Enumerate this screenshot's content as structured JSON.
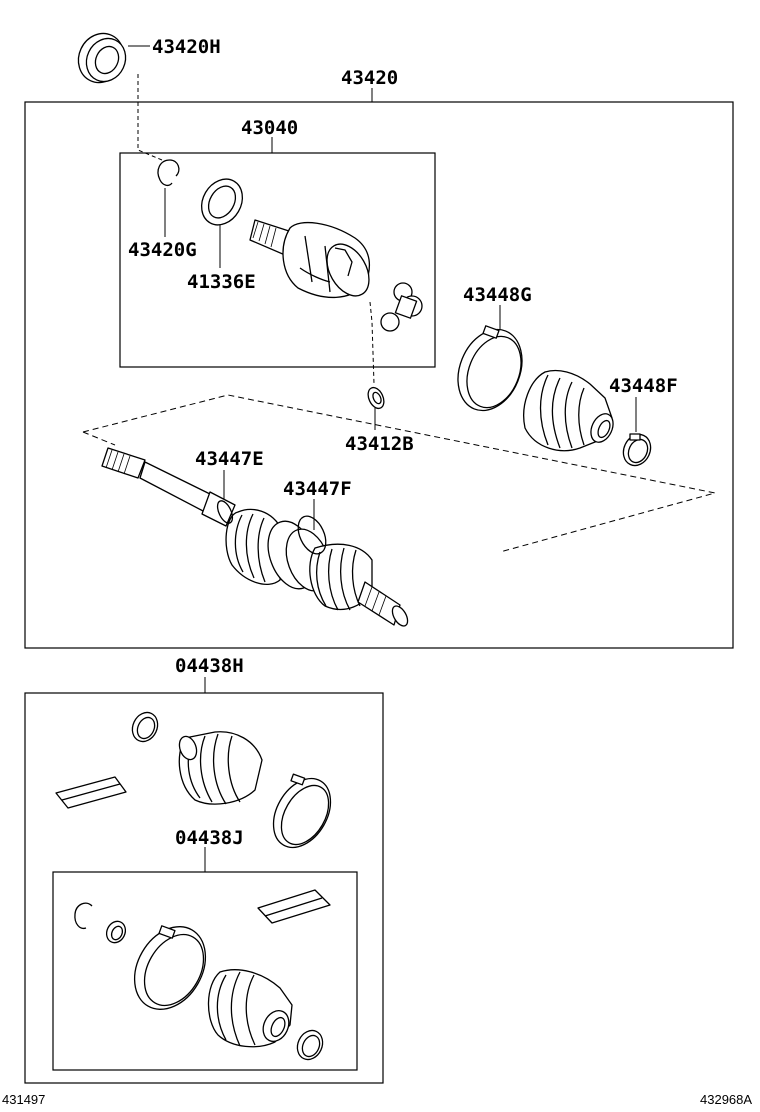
{
  "labels": {
    "p43420H": "43420H",
    "p43420": "43420",
    "p43040": "43040",
    "p43420G": "43420G",
    "p41336E": "41336E",
    "p43448G": "43448G",
    "p43448F": "43448F",
    "p43412B": "43412B",
    "p43447E": "43447E",
    "p43447F": "43447F",
    "p04438H": "04438H",
    "p04438J": "04438J"
  },
  "corner_codes": {
    "left": "431497",
    "right": "432968A"
  }
}
